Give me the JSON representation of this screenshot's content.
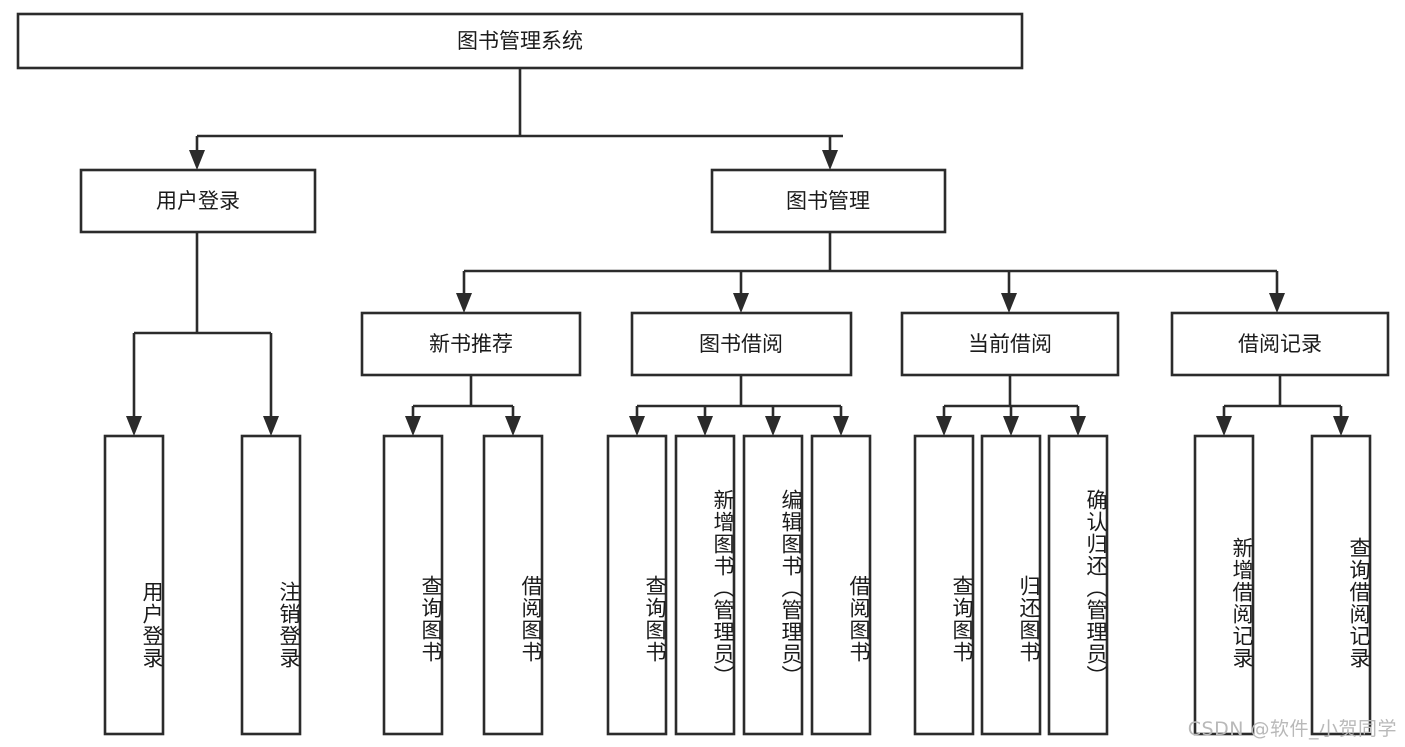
{
  "diagram": {
    "type": "tree-hierarchy",
    "title": "图书管理系统",
    "orientation": "top-down",
    "colors": {
      "stroke": "#2b2b2b",
      "fill": "#ffffff",
      "text": "#1b1b1b",
      "watermark": "#b9b9b9",
      "background": "#ffffff"
    },
    "root": {
      "id": "root",
      "label": "图书管理系统"
    },
    "level2": [
      {
        "id": "user-login",
        "label": "用户登录"
      },
      {
        "id": "book-manage",
        "label": "图书管理"
      }
    ],
    "level3": [
      {
        "id": "new-book-rec",
        "label": "新书推荐",
        "parent": "book-manage"
      },
      {
        "id": "book-borrow",
        "label": "图书借阅",
        "parent": "book-manage"
      },
      {
        "id": "current-borrow",
        "label": "当前借阅",
        "parent": "book-manage"
      },
      {
        "id": "borrow-record",
        "label": "借阅记录",
        "parent": "book-manage"
      }
    ],
    "leaves": {
      "user-login": [
        {
          "id": "leaf-user-login",
          "label": "用户登录"
        },
        {
          "id": "leaf-user-logout",
          "label": "注销登录"
        }
      ],
      "new-book-rec": [
        {
          "id": "leaf-query-book-1",
          "label": "查询图书"
        },
        {
          "id": "leaf-borrow-book-1",
          "label": "借阅图书"
        }
      ],
      "book-borrow": [
        {
          "id": "leaf-query-book-2",
          "label": "查询图书"
        },
        {
          "id": "leaf-add-book",
          "label": "新增图书（管理员）"
        },
        {
          "id": "leaf-edit-book",
          "label": "编辑图书（管理员）"
        },
        {
          "id": "leaf-borrow-book-2",
          "label": "借阅图书"
        }
      ],
      "current-borrow": [
        {
          "id": "leaf-query-book-3",
          "label": "查询图书"
        },
        {
          "id": "leaf-return-book",
          "label": "归还图书"
        },
        {
          "id": "leaf-confirm-return",
          "label": "确认归还（管理员）"
        }
      ],
      "borrow-record": [
        {
          "id": "leaf-add-record",
          "label": "新增借阅记录"
        },
        {
          "id": "leaf-query-record",
          "label": "查询借阅记录"
        }
      ]
    }
  },
  "watermark": {
    "text": "CSDN @软件_小贺同学"
  }
}
